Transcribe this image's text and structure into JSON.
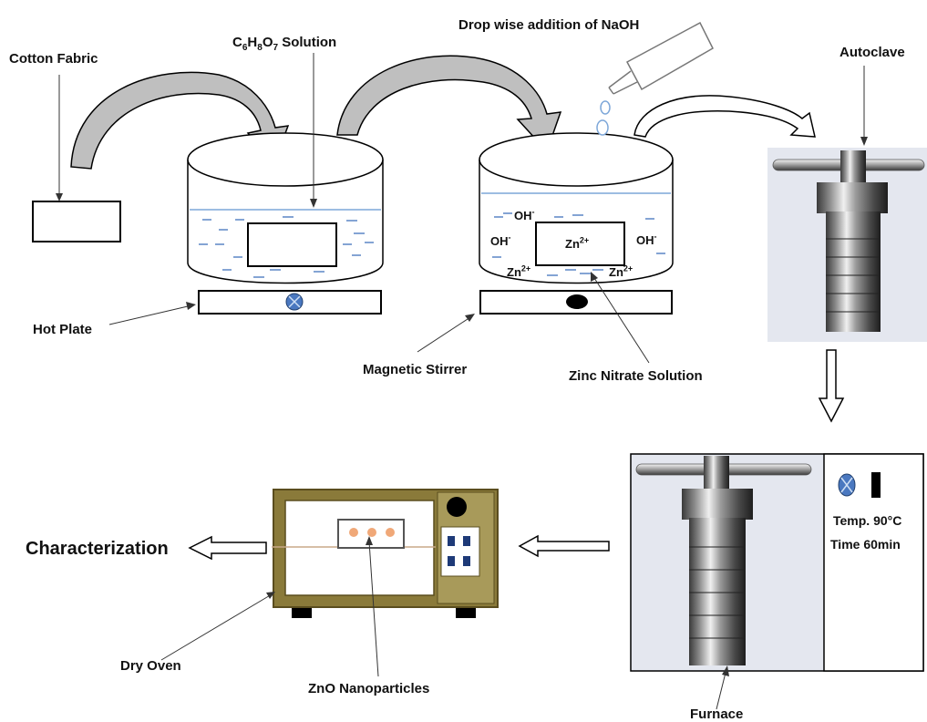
{
  "labels": {
    "cotton_fabric": "Cotton Fabric",
    "citric_solution": {
      "c": "C",
      "c_sub": "6",
      "h": "H",
      "h_sub": "8",
      "o": "O",
      "o_sub": "7",
      "suffix": " Solution"
    },
    "naoh": "Drop wise addition of NaOH",
    "autoclave": "Autoclave",
    "hot_plate": "Hot Plate",
    "magnetic_stirrer": "Magnetic Stirrer",
    "zinc_nitrate": "Zinc Nitrate Solution",
    "characterization": "Characterization",
    "dry_oven": "Dry Oven",
    "zno": "ZnO Nanoparticles",
    "furnace": "Furnace",
    "temp": "Temp. 90°C",
    "time": "Time 60min"
  },
  "ions": {
    "oh_base": "OH",
    "oh_charge": "-",
    "zn_base": "Zn",
    "zn_charge": "2+"
  },
  "colors": {
    "liquid_line": "#7da7d9",
    "arrow_fill": "#bfbfbf",
    "oven_body": "#8a7a3a",
    "oven_panel": "#a89a5a",
    "knob_blue": "#4a78c0",
    "particle": "#f0a878",
    "oven_button": "#1e3a78"
  }
}
